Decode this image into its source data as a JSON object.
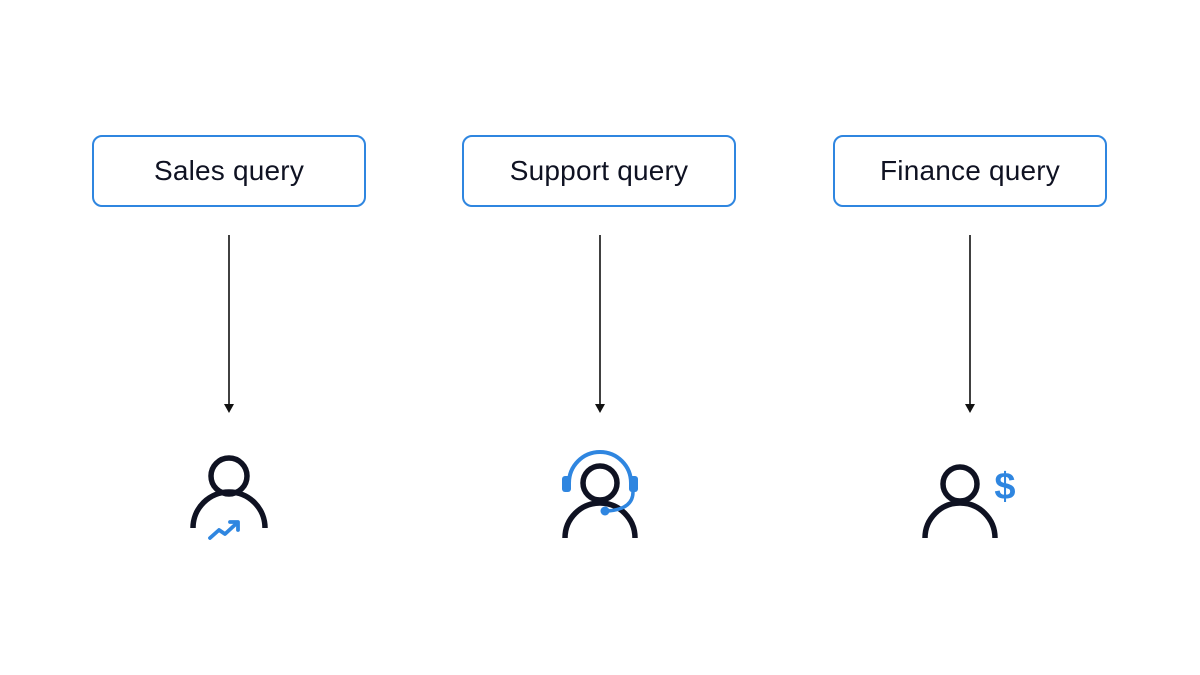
{
  "queries": [
    {
      "label": "Sales query"
    },
    {
      "label": "Support query"
    },
    {
      "label": "Finance query"
    }
  ],
  "agents": [
    {
      "icon": "sales-person-trend-icon"
    },
    {
      "icon": "support-person-headset-icon"
    },
    {
      "icon": "finance-person-dollar-icon"
    }
  ],
  "colors": {
    "accent": "#2f86e0",
    "ink": "#0f1222",
    "arrow": "#111111"
  }
}
